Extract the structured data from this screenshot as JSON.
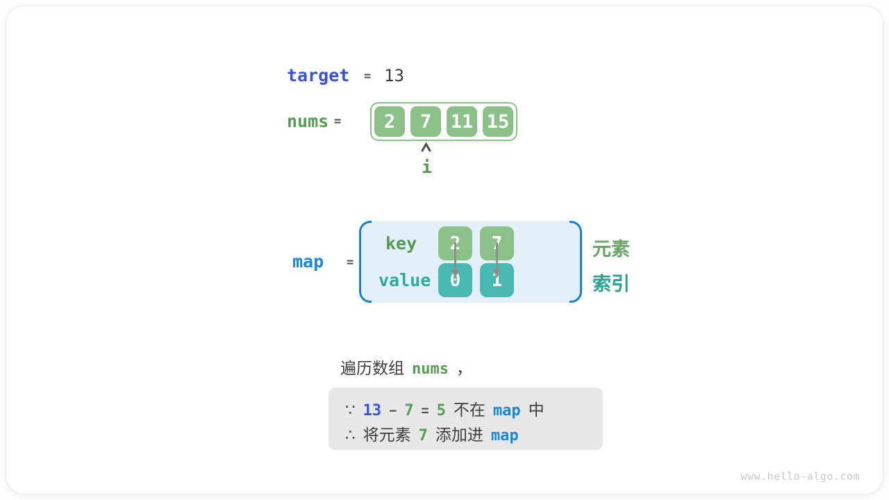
{
  "diagram": {
    "target": {
      "label": "target",
      "eq": "=",
      "value": "13"
    },
    "nums": {
      "label": "nums",
      "eq": "=",
      "cells": [
        "2",
        "7",
        "11",
        "15"
      ],
      "pointer": {
        "label": "i",
        "points_to_value": "7"
      }
    },
    "map": {
      "label": "map",
      "eq": "=",
      "key_label": "key",
      "value_label": "value",
      "entries": [
        {
          "key": "2",
          "value": "0"
        },
        {
          "key": "7",
          "value": "1"
        }
      ],
      "annotations": {
        "key_row": "元素",
        "value_row": "索引"
      }
    },
    "caption": {
      "pre": "遍历数组",
      "code": "nums",
      "post": "，"
    },
    "note": {
      "line1": {
        "t0": "∵",
        "t1": "13",
        "t2": "−",
        "t3": "7",
        "t4": "=",
        "t5": "5",
        "t6": "不在",
        "t7": "map",
        "t8": "中"
      },
      "line2": {
        "t0": "∴",
        "t1": "将元素",
        "t2": "7",
        "t3": "添加进",
        "t4": "map"
      }
    },
    "watermark": "www.hello-algo.com",
    "colors": {
      "royal_blue": "#3a51d4",
      "azure_blue": "#1b87d9",
      "code_green": "#579c53",
      "box_green": "#8bc089",
      "text_teal": "#2ea99b",
      "box_teal": "#47b9b1",
      "map_bg": "#e3f0fa",
      "bracket_blue": "#1b7fd4",
      "note_bg": "#e7e7e7",
      "text_dark": "#3d3d3d"
    }
  }
}
